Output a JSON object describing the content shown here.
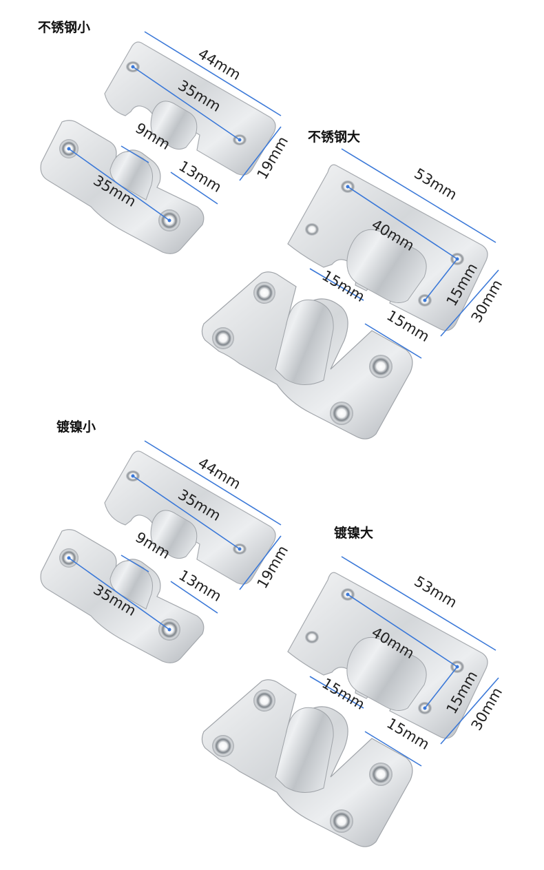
{
  "sections": [
    {
      "label": "不锈钢小"
    },
    {
      "label": "不锈钢大"
    },
    {
      "label": "镀镍小"
    },
    {
      "label": "镀镍大"
    }
  ],
  "dims_small": [
    "44mm",
    "35mm",
    "19mm",
    "9mm",
    "13mm",
    "35mm"
  ],
  "dims_large": [
    "53mm",
    "40mm",
    "15mm",
    "30mm",
    "15mm",
    "15mm"
  ],
  "colors": {
    "dimension_line": "#3a78d8",
    "metal_light": "#f1f2f4",
    "metal_dark": "#9a9ea4"
  }
}
